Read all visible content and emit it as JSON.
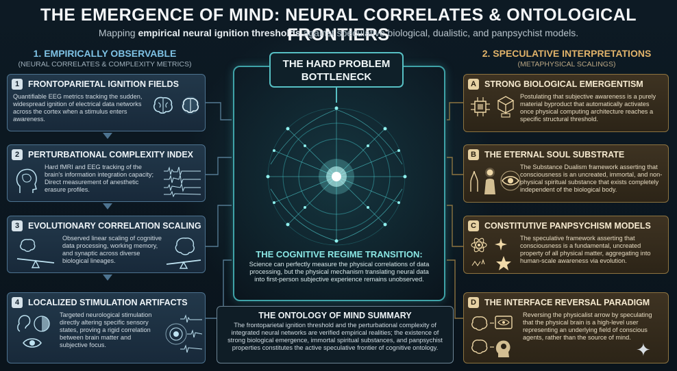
{
  "header": {
    "title": "THE EMERGENCE OF MIND: NEURAL CORRELATES & ONTOLOGICAL FRONTIERS",
    "subtitle_pre": "Mapping ",
    "subtitle_bold": "empirical neural ignition thresholds",
    "subtitle_post": " against speculative biological, dualistic, and panpsychist models."
  },
  "left": {
    "heading": "1.  EMPIRICALLY OBSERVABLE",
    "subheading": "(NEURAL CORRELATES & COMPLEXITY METRICS)",
    "cards": [
      {
        "num": "1",
        "title": "FRONTOPARIETAL IGNITION FIELDS",
        "body": "Quantifiable EEG metrics tracking the sudden, widespread ignition of electrical data networks across the cortex when a stimulus enters awareness.",
        "icons": [
          "brain-icon",
          "brain-glow-icon"
        ]
      },
      {
        "num": "2",
        "title": "PERTURBATIONAL COMPLEXITY INDEX",
        "body": "Hard fMRI and EEG tracking of the brain's information integration capacity; Direct measurement of anesthetic erasure profiles.",
        "icons": [
          "head-scan-icon",
          "eeg-waveform-icon"
        ]
      },
      {
        "num": "3",
        "title": "EVOLUTIONARY CORRELATION SCALING",
        "body": "Observed linear scaling of cognitive data processing, working memory, and synaptic across diverse biological lineages.",
        "icons": [
          "scale-brain-icon",
          "scale-brain-icon"
        ]
      },
      {
        "num": "4",
        "title": "LOCALIZED STIMULATION ARTIFACTS",
        "body": "Targeted neurological stimulation directly altering specific sensory states, proving a rigid correlation between brain matter and subjective focus.",
        "icons": [
          "ear-icon",
          "eye-icon",
          "signal-icon"
        ]
      }
    ]
  },
  "right": {
    "heading": "2.  SPECULATIVE INTERPRETATIONS",
    "subheading": "(METAPHYSICAL SCALINGS)",
    "cards": [
      {
        "num": "A",
        "title": "STRONG BIOLOGICAL EMERGENTISM",
        "body": "Postulating that subjective awareness is a purely material byproduct that automatically activates once physical computing architecture reaches a specific structural threshold.",
        "icons": [
          "chip-icon",
          "cube-stack-icon"
        ]
      },
      {
        "num": "B",
        "title": "THE ETERNAL SOUL SUBSTRATE",
        "body": "The Substance Dualism framework asserting that consciousness is an uncreated, immortal, and non-physical spiritual substance that exists completely independent of the biological body.",
        "icons": [
          "hands-icon",
          "figure-icon",
          "eye-icon"
        ]
      },
      {
        "num": "C",
        "title": "CONSTITUTIVE PANPSYCHISM MODELS",
        "body": "The speculative framework asserting that consciousness is a fundamental, uncreated property of all physical matter, aggregating into human-scale awareness via evolution.",
        "icons": [
          "atom-icon",
          "sparkle-icon",
          "star-icon"
        ]
      },
      {
        "num": "D",
        "title": "THE INTERFACE REVERSAL PARADIGM",
        "body": "Reversing the physicalist arrow by speculating that the physical brain is a high-level user representing an underlying field of conscious agents, rather than the source of mind.",
        "icons": [
          "brain-monitor-icon",
          "head-brain-icon"
        ]
      }
    ]
  },
  "center": {
    "bottleneck": "THE HARD PROBLEM BOTTLENECK",
    "regime_title": "THE COGNITIVE REGIME TRANSITION:",
    "regime_body": "Science can perfectly measure the physical correlations of data processing, but the physical mechanism translating neural data into first-person subjective experience remains unobserved.",
    "summary_title": "THE ONTOLOGY OF MIND SUMMARY",
    "summary_body": "The frontoparietal ignition threshold and the perturbational complexity of integrated neural networks are verified empirical realities; the existence of strong biological emergence, immortal spiritual substances, and panpsychist properties constitutes the active speculative frontier of cognitive ontology."
  },
  "colors": {
    "left_accent": "#7fc3e6",
    "right_accent": "#e1b36a",
    "center_accent": "#3fa3a8"
  }
}
